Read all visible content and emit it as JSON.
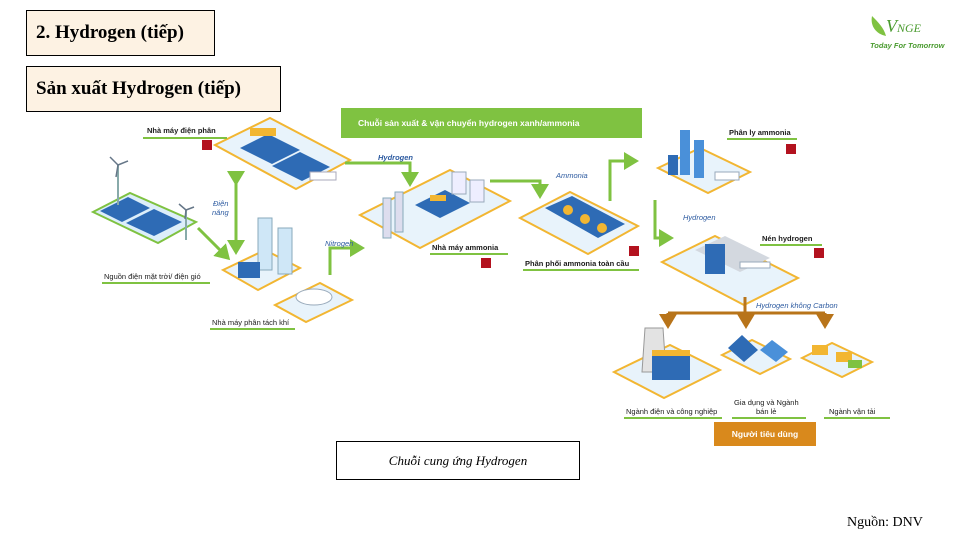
{
  "slide": {
    "title": "2. Hydrogen (tiếp)",
    "subtitle": "Sản xuất Hydrogen (tiếp)",
    "source": "Nguồn: DNV",
    "caption": "Chuỗi cung ứng Hydrogen"
  },
  "logo": {
    "mark_big": "V",
    "mark_small": "NGE",
    "tagline": "Today For Tomorrow"
  },
  "diagram": {
    "banner": "Chuỗi sản xuất & vận chuyển hydrogen xanh/ammonia",
    "nodes": {
      "power_plant": "Nhà máy điện phân",
      "renewables": "Nguồn điện mặt trời/ điện gió",
      "air_separation": "Nhà máy phân tách khí",
      "ammonia_plant": "Nhà máy ammonia",
      "ammonia_distribution": "Phân phối ammonia toàn cầu",
      "ammonia_cracking": "Phân ly ammonia",
      "hydrogen_compression": "Nén hydrogen",
      "power_industry": "Ngành điện và công nghiệp",
      "household_retail_1": "Gia dụng và Ngành",
      "household_retail_2": "bán lẻ",
      "transport": "Ngành vận tải",
      "consumers": "Người tiêu dùng"
    },
    "flows": {
      "electricity_1": "Điện",
      "electricity_2": "năng",
      "hydrogen_1": "Hydrogen",
      "nitrogen": "Nitrogen",
      "ammonia": "Ammonia",
      "hydrogen_2": "Hydrogen",
      "carbon_free_hydrogen": "Hydrogen không Carbon"
    }
  },
  "colors": {
    "arrow_green": "#7fc241",
    "consumer_orange": "#d9891c",
    "marker_red": "#b3121f",
    "title_fill": "#fdf2e3",
    "logo_green": "#4a9b2f"
  }
}
